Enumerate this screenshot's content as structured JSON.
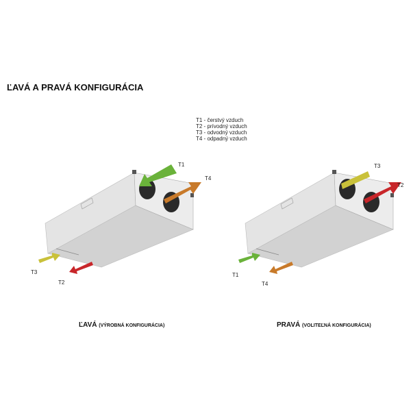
{
  "title": "ĽAVÁ A PRAVÁ KONFIGURÁCIA",
  "legend": [
    "T1 - čerstvý vzduch",
    "T2 - prívodný vzduch",
    "T3 - odvodný vzduch",
    "T4 - odpadný vzduch"
  ],
  "left": {
    "caption_main": "ĽAVÁ",
    "caption_sub": "(VÝROBNÁ KONFIGURÁCIA)",
    "labels": {
      "t1": "T1",
      "t4": "T4",
      "t3": "T3",
      "t2": "T2"
    }
  },
  "right": {
    "caption_main": "PRAVÁ",
    "caption_sub": "(VOLITEĽNÁ KONFIGURÁCIA)",
    "labels": {
      "t3": "T3",
      "t2": "T2",
      "t1": "T1",
      "t4": "T4"
    }
  },
  "colors": {
    "t1": "#6ab23a",
    "t2": "#c8262a",
    "t3": "#c9c13a",
    "t4": "#c87a2a"
  }
}
